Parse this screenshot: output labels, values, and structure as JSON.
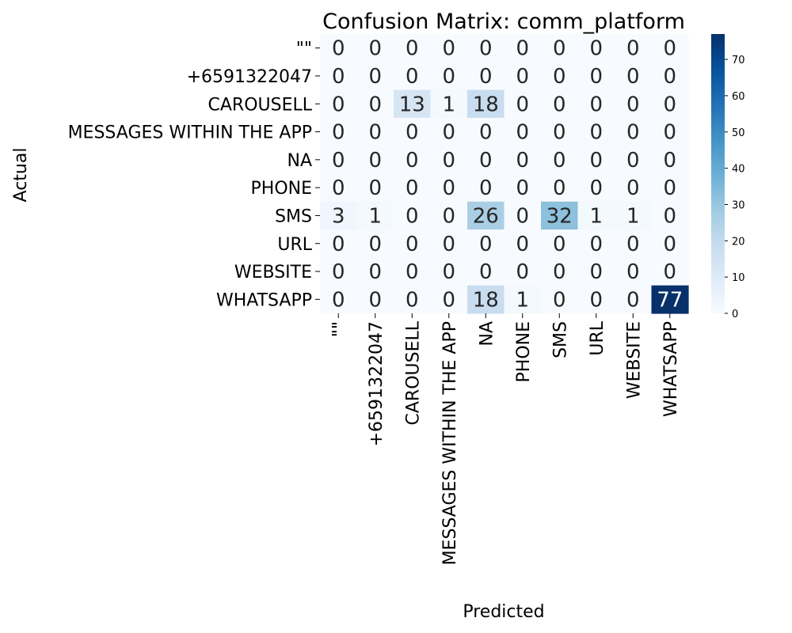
{
  "chart_data": {
    "type": "heatmap",
    "title": "Confusion Matrix: comm_platform",
    "xlabel": "Predicted",
    "ylabel": "Actual",
    "row_labels": [
      "\"\"",
      "+6591322047",
      "CAROUSELL",
      "MESSAGES WITHIN THE APP",
      "NA",
      "PHONE",
      "SMS",
      "URL",
      "WEBSITE",
      "WHATSAPP"
    ],
    "col_labels": [
      "\"\"",
      "+6591322047",
      "CAROUSELL",
      "MESSAGES WITHIN THE APP",
      "NA",
      "PHONE",
      "SMS",
      "URL",
      "WEBSITE",
      "WHATSAPP"
    ],
    "values": [
      [
        0,
        0,
        0,
        0,
        0,
        0,
        0,
        0,
        0,
        0
      ],
      [
        0,
        0,
        0,
        0,
        0,
        0,
        0,
        0,
        0,
        0
      ],
      [
        0,
        0,
        13,
        1,
        18,
        0,
        0,
        0,
        0,
        0
      ],
      [
        0,
        0,
        0,
        0,
        0,
        0,
        0,
        0,
        0,
        0
      ],
      [
        0,
        0,
        0,
        0,
        0,
        0,
        0,
        0,
        0,
        0
      ],
      [
        0,
        0,
        0,
        0,
        0,
        0,
        0,
        0,
        0,
        0
      ],
      [
        3,
        1,
        0,
        0,
        26,
        0,
        32,
        1,
        1,
        0
      ],
      [
        0,
        0,
        0,
        0,
        0,
        0,
        0,
        0,
        0,
        0
      ],
      [
        0,
        0,
        0,
        0,
        0,
        0,
        0,
        0,
        0,
        0
      ],
      [
        0,
        0,
        0,
        0,
        18,
        1,
        0,
        0,
        0,
        77
      ]
    ],
    "colorbar": {
      "ticks": [
        0,
        10,
        20,
        30,
        40,
        50,
        60,
        70
      ],
      "range": [
        0,
        77
      ]
    },
    "colormap": {
      "low": "#f7fbff",
      "high": "#08306b",
      "text_light": "#ffffff",
      "text_dark": "#262626"
    }
  }
}
